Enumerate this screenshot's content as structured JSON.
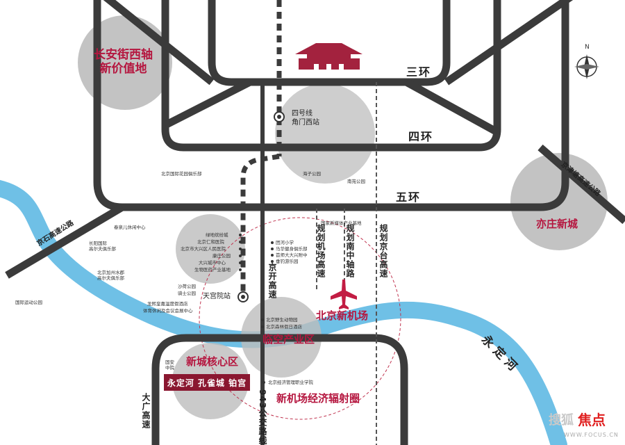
{
  "colors": {
    "road": "#3b3b3b",
    "river": "#6fc0e6",
    "zone_fill": "#bdbdbd",
    "accent": "#b5163f",
    "badge": "#8a1730"
  },
  "icons": [
    "palace-icon",
    "airplane-icon",
    "compass-icon",
    "metro-station-icon",
    "poi-dot-icon"
  ],
  "rings": {
    "third": "三环",
    "fourth": "四环",
    "fifth": "五环"
  },
  "zones": {
    "changan": "长安街西轴\n新价值地",
    "yizhuang": "亦庄新城",
    "airport": "北京新机场",
    "linkong": "临空产业区",
    "xincheng": "新城核心区",
    "radiation": "新机场经济辐射圈"
  },
  "stations": {
    "line4_jiaomenxi": "四号线\n角门西站",
    "tiangongyuan": "天宫院站"
  },
  "highways": {
    "jingshi": "京石高速公路",
    "jingjintang": "京津塘高速公路",
    "jingkai": "京开高速",
    "airport_hw": "规划机场高速",
    "nanzhouxian": "规划南中轴路",
    "jingtai": "规划京台高速",
    "daguang": "大广高速",
    "bus943": "943公交路线"
  },
  "river_name": "永定河",
  "pois": {
    "garden_club": "北京国际花园俱乐部",
    "haizi_park": "海子公园",
    "nanyuan_park": "南苑公园",
    "media_base": "国家新媒体产业基地",
    "left_list": [
      "绿地缤纷城",
      "北京仁和医院",
      "北京市大兴区人民医院",
      "康庄公园",
      "大兴城市中心",
      "生物医药产业基地"
    ],
    "left_list2": [
      "沙荷公园",
      "骑士公园"
    ],
    "left_list3": [
      "龙熙皇嘉温度假酒店",
      "体育休闲及会议会展中心"
    ],
    "mid_list": [
      "团河小学",
      "马华健身俱乐部",
      "首师大大兴附中",
      "垂钓游乐园"
    ],
    "linkong_list": [
      "北京野生动物园",
      "北京森林假日酒店"
    ],
    "changyang": "长阳国际\n高尔夫俱乐部",
    "chunhe": "春泉儿休闲中心",
    "jiazhou": "北京加州水郡\n高尔夫俱乐部",
    "sport_park": "国际运动公园",
    "guan": "固安\n中院",
    "college": "北京经济管理职业学院"
  },
  "project": {
    "badge_text": "永定河 孔雀城 铂宫"
  },
  "compass_label": "N",
  "watermark": {
    "brand": "搜狐",
    "brand2": "焦点",
    "url": "WWW.FOCUS.CN"
  }
}
